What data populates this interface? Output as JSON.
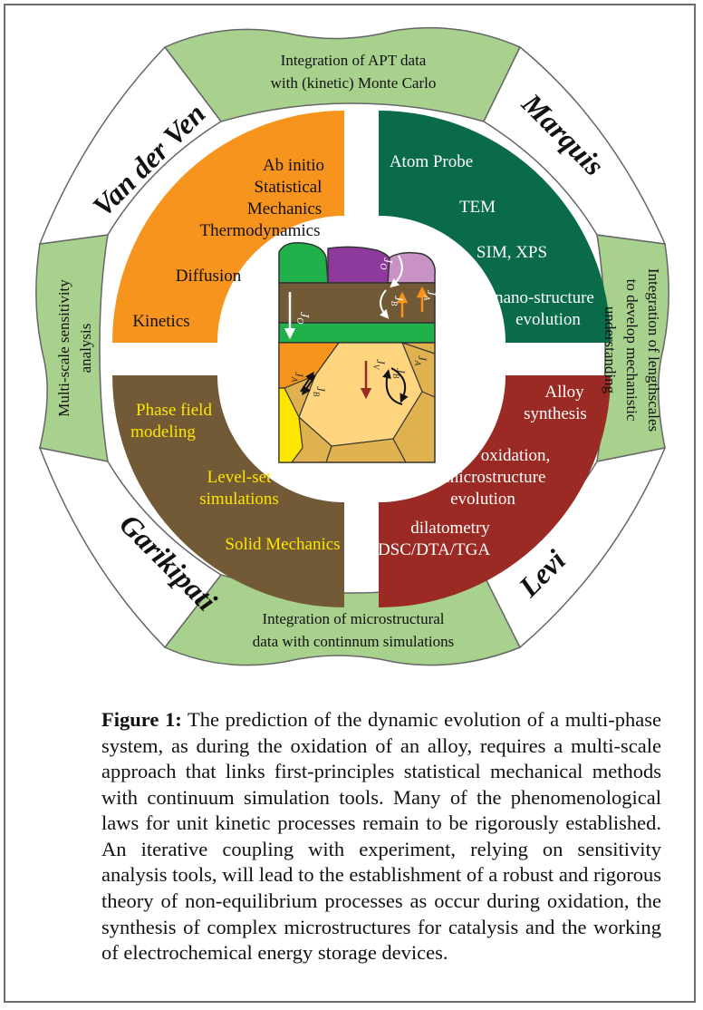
{
  "ring": {
    "green_pads": {
      "top": [
        "Integration of APT data",
        "with (kinetic) Monte Carlo"
      ],
      "bottom": [
        "Integration of microstructural",
        "data with continnum simulations"
      ],
      "left": [
        "Multi-scale sensitivity",
        "analysis"
      ],
      "right": [
        "Integration of lengthscales",
        "to develop mechanistic",
        "understanding"
      ]
    },
    "names": {
      "top_left": "Van der Ven",
      "top_right": "Marquis",
      "bottom_left": "Garikipati",
      "bottom_right": "Levi"
    }
  },
  "quadrants": {
    "top_left": [
      "Ab initio",
      "Statistical",
      "Mechanics",
      "Thermodynamics",
      "Diffusion",
      "Kinetics"
    ],
    "top_right": [
      "Atom Probe",
      "TEM",
      "SIM, XPS",
      "nano-structure",
      "evolution"
    ],
    "bottom_left": [
      "Phase field",
      "modeling",
      "Level-set",
      "simulations",
      "Solid Mechanics"
    ],
    "bottom_right": [
      "Alloy",
      "synthesis",
      "oxidation,",
      "microstructure",
      "evolution",
      "dilatometry",
      "DSC/DTA/TGA"
    ]
  },
  "flux_labels": {
    "J_O": "J",
    "O_sub": "O",
    "J_B": "J",
    "B_sub": "B",
    "J_A": "J",
    "A_sub": "A",
    "J_V": "J",
    "V_sub": "V"
  },
  "colors": {
    "ring_green": "#a9d18e",
    "orange": "#f7941d",
    "dark_green": "#0a6b48",
    "brown": "#725a36",
    "dark_red": "#9b2a24",
    "purple": "#8e3a9c",
    "light_purple": "#c992c7",
    "bright_green": "#21b14b",
    "pale_orange": "#ffd57f",
    "tan": "#e0b14f",
    "yellow": "#ffe600"
  },
  "caption": {
    "label": "Figure 1:",
    "text": " The prediction of the dynamic evolution of a multi-phase system, as during the oxidation of an alloy, requires a multi-scale approach that links first-principles statistical mechanical methods with continuum simulation tools. Many of the phenomenological laws for unit kinetic processes remain to be rigorously established. An iterative coupling with experiment, relying on sensitivity analysis tools, will lead to the establishment of a robust and rigorous theory of non-equilibrium processes as occur during oxidation, the synthesis of complex microstructures for catalysis and the working of electrochemical energy storage devices."
  }
}
